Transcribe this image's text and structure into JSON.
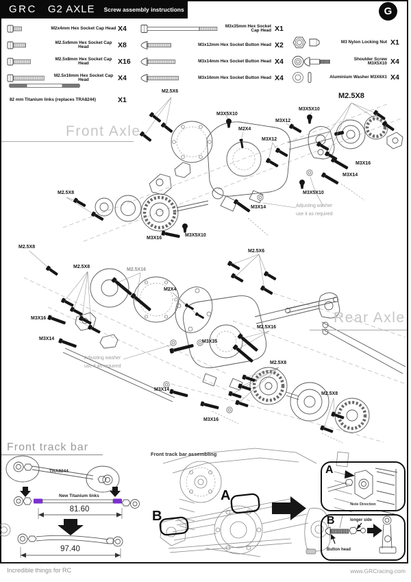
{
  "header": {
    "brand": "GRC",
    "product": "G2 AXLE",
    "subtitle": "Screw assembly instructions",
    "logo_letter": "G"
  },
  "parts_list": {
    "column1": [
      {
        "name": "M2x4mm Hex Socket Cap Head",
        "qty": "X4"
      },
      {
        "name": "M2.5x6mm Hex Socket Cap Head",
        "qty": "X8"
      },
      {
        "name": "M2.5x8mm Hex Socket Cap Head",
        "qty": "X16"
      },
      {
        "name": "M2.5x16mm Hex Socket Cap Head",
        "qty": "X4"
      },
      {
        "name": "82 mm Titanium links (replaces TRA8244)",
        "qty": "X1"
      }
    ],
    "column2": [
      {
        "name": "M3x35mm Hex Socket Cap Head",
        "qty": "X1"
      },
      {
        "name": "M3x12mm Hex Socket Button Head",
        "qty": "X2"
      },
      {
        "name": "M3x14mm Hex Socket Button Head",
        "qty": "X4"
      },
      {
        "name": "M3x16mm Hex Socket Button Head",
        "qty": "X4"
      }
    ],
    "column3": [
      {
        "name": "M3 Nylon Locking Nut",
        "qty": "X1"
      },
      {
        "name": "Shoulder Screw M3X5X10",
        "qty": "X4"
      },
      {
        "name": "Aluminium Washer M3X6X1",
        "qty": "X4"
      }
    ]
  },
  "front_axle": {
    "title": "Front Axle",
    "labels": [
      "M2.5X6",
      "M3X5X10",
      "M2X4",
      "M3X12",
      "M3X12",
      "M3X5X10",
      "M2.5X8",
      "M3X16",
      "M3X14",
      "M2.5X8",
      "M3X16",
      "M3X5X10",
      "M3X5X10",
      "M3X14"
    ],
    "note_line1": "Adjusting washer",
    "note_line2": "use it as required"
  },
  "rear_axle": {
    "title": "Rear Axle",
    "labels": [
      "M2.5X8",
      "M2.5X8",
      "M2.5X16",
      "M2X4",
      "M2.5X6",
      "M3X16",
      "M3X14",
      "M3X35",
      "M2.5X16",
      "M2.5X8",
      "M2.5X8",
      "M3X14",
      "M3X16"
    ],
    "note_line1": "Adjusting washer",
    "note_line2": "use it as required"
  },
  "track_bar": {
    "title": "Front track bar",
    "old_link_label": "TRA8244",
    "new_link_label": "New Titanium links",
    "new_link_length": "81.60",
    "final_link_length": "97.40"
  },
  "assembling": {
    "title": "Front track bar assembling",
    "callout_a": "A",
    "callout_b": "B"
  },
  "panel_a": {
    "letter": "A",
    "note": "Note Direction"
  },
  "panel_b": {
    "letter": "B",
    "longer_side_label": "longer side",
    "button_head_label": "Button head"
  },
  "footer": {
    "tagline": "Incredible things for RC",
    "website": "www.GRCracing.com"
  },
  "colors": {
    "header_bg": "#0a0a0a",
    "accent_purple": "#7B2FD0",
    "section_title": "#c6c6c6",
    "label_gray": "#8f8f8f"
  }
}
